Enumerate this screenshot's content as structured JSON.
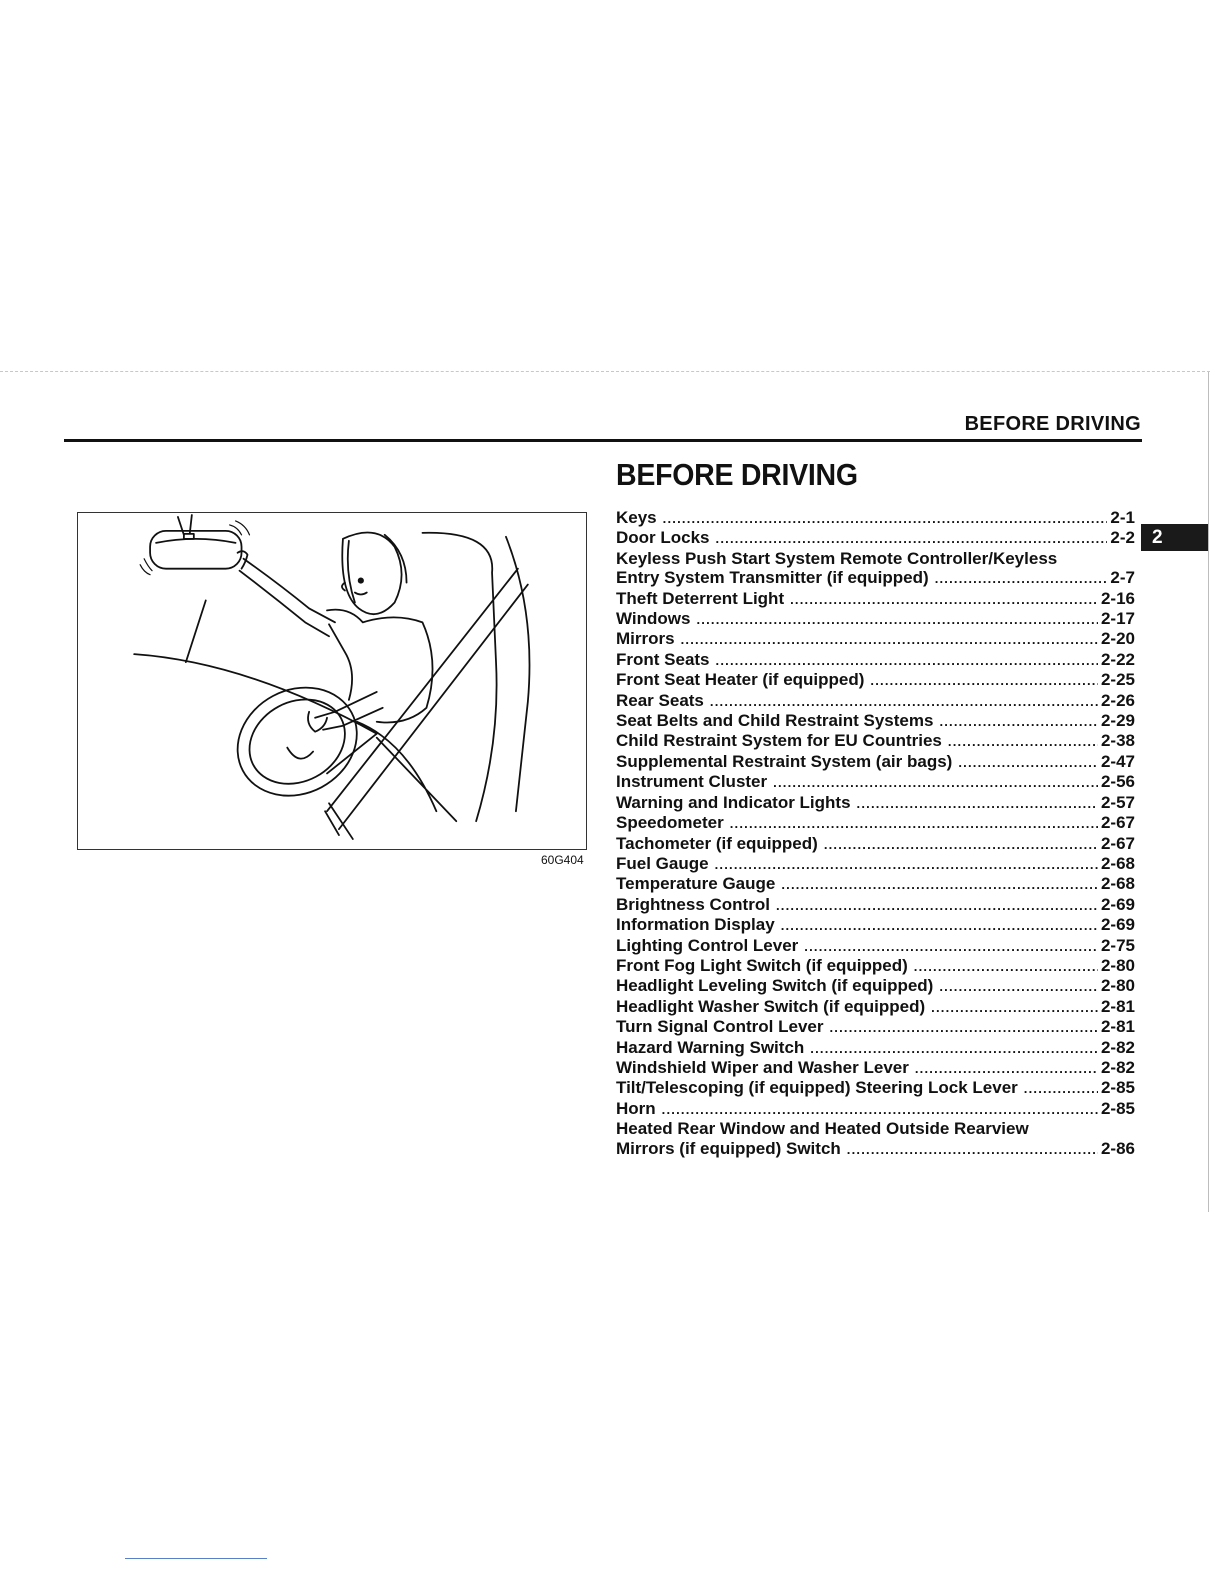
{
  "running_head": "BEFORE DRIVING",
  "chapter_title": "BEFORE DRIVING",
  "chapter_tab": "2",
  "figure": {
    "code": "60G404",
    "depicts": "woman-adjusting-rearview-mirror"
  },
  "toc": [
    {
      "lines": [
        "Keys"
      ],
      "page": "2-1"
    },
    {
      "lines": [
        "Door Locks"
      ],
      "page": "2-2"
    },
    {
      "lines": [
        "Keyless Push Start System Remote Controller/Keyless",
        "Entry System Transmitter (if equipped)"
      ],
      "page": "2-7"
    },
    {
      "lines": [
        "Theft Deterrent Light"
      ],
      "page": "2-16"
    },
    {
      "lines": [
        "Windows"
      ],
      "page": "2-17"
    },
    {
      "lines": [
        "Mirrors"
      ],
      "page": "2-20"
    },
    {
      "lines": [
        "Front Seats"
      ],
      "page": "2-22"
    },
    {
      "lines": [
        "Front Seat Heater (if equipped)"
      ],
      "page": "2-25"
    },
    {
      "lines": [
        "Rear Seats"
      ],
      "page": "2-26"
    },
    {
      "lines": [
        "Seat Belts and Child Restraint Systems"
      ],
      "page": "2-29"
    },
    {
      "lines": [
        "Child Restraint System for EU Countries"
      ],
      "page": "2-38"
    },
    {
      "lines": [
        "Supplemental Restraint System (air bags)"
      ],
      "page": "2-47"
    },
    {
      "lines": [
        "Instrument Cluster"
      ],
      "page": "2-56"
    },
    {
      "lines": [
        "Warning and Indicator Lights"
      ],
      "page": "2-57"
    },
    {
      "lines": [
        "Speedometer"
      ],
      "page": "2-67"
    },
    {
      "lines": [
        "Tachometer (if equipped)"
      ],
      "page": "2-67"
    },
    {
      "lines": [
        "Fuel Gauge"
      ],
      "page": "2-68"
    },
    {
      "lines": [
        "Temperature Gauge"
      ],
      "page": "2-68"
    },
    {
      "lines": [
        "Brightness Control"
      ],
      "page": "2-69"
    },
    {
      "lines": [
        "Information Display"
      ],
      "page": "2-69"
    },
    {
      "lines": [
        "Lighting Control Lever"
      ],
      "page": "2-75"
    },
    {
      "lines": [
        "Front Fog Light Switch (if equipped)"
      ],
      "page": "2-80"
    },
    {
      "lines": [
        "Headlight Leveling Switch (if equipped)"
      ],
      "page": "2-80"
    },
    {
      "lines": [
        "Headlight Washer Switch (if equipped)"
      ],
      "page": "2-81"
    },
    {
      "lines": [
        "Turn Signal Control Lever"
      ],
      "page": "2-81"
    },
    {
      "lines": [
        "Hazard Warning Switch"
      ],
      "page": "2-82"
    },
    {
      "lines": [
        "Windshield Wiper and Washer Lever"
      ],
      "page": "2-82"
    },
    {
      "lines": [
        "Tilt/Telescoping (if equipped) Steering Lock Lever"
      ],
      "page": "2-85"
    },
    {
      "lines": [
        "Horn"
      ],
      "page": "2-85"
    },
    {
      "lines": [
        "Heated Rear Window and Heated Outside Rearview",
        "Mirrors (if equipped) Switch"
      ],
      "page": "2-86"
    }
  ]
}
